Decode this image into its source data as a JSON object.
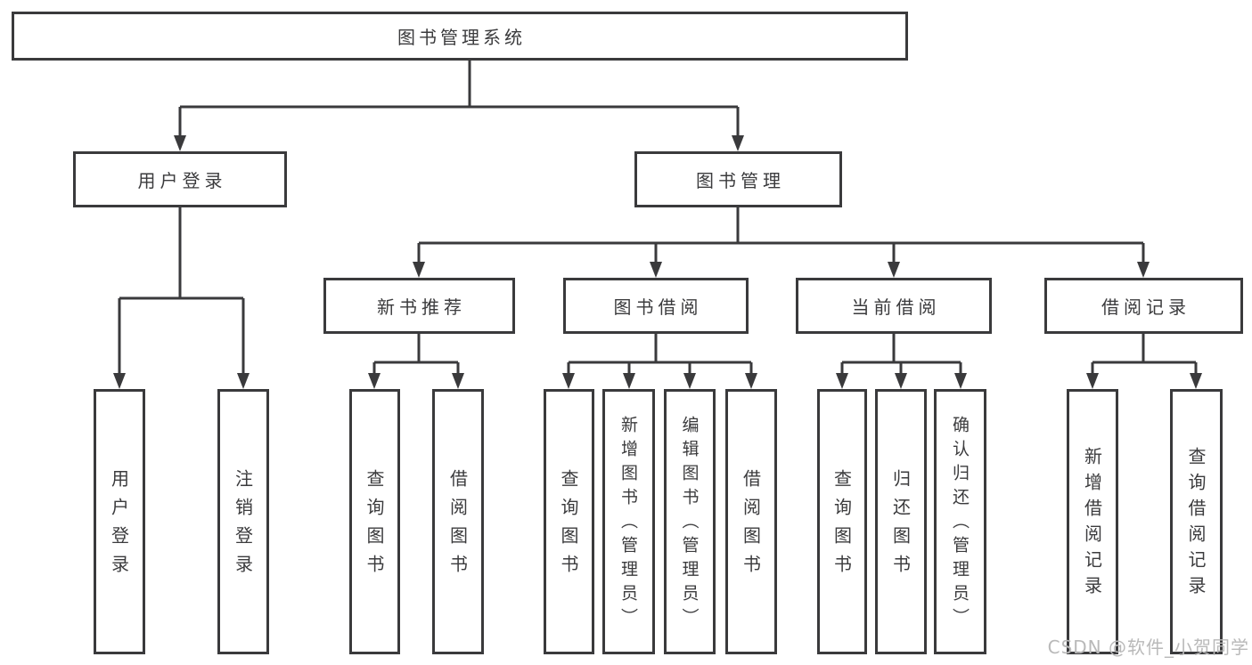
{
  "tree": {
    "root": "图书管理系统",
    "branches": [
      {
        "label": "用户登录",
        "children": [
          "用户登录",
          "注销登录"
        ]
      },
      {
        "label": "图书管理",
        "sections": [
          {
            "label": "新书推荐",
            "children": [
              "查询图书",
              "借阅图书"
            ]
          },
          {
            "label": "图书借阅",
            "children": [
              "查询图书",
              "新增图书（管理员）",
              "编辑图书（管理员）",
              "借阅图书"
            ]
          },
          {
            "label": "当前借阅",
            "children": [
              "查询图书",
              "归还图书",
              "确认归还（管理员）"
            ]
          },
          {
            "label": "借阅记录",
            "children": [
              "新增借阅记录",
              "查询借阅记录"
            ]
          }
        ]
      }
    ]
  },
  "watermark": "CSDN @软件_小贺同学",
  "colors": {
    "line": "#3a3a3c",
    "text": "#3b3b3d",
    "node_background": "#ffffff",
    "page_background": "#ffffff",
    "watermark": "#b9b9b9"
  }
}
